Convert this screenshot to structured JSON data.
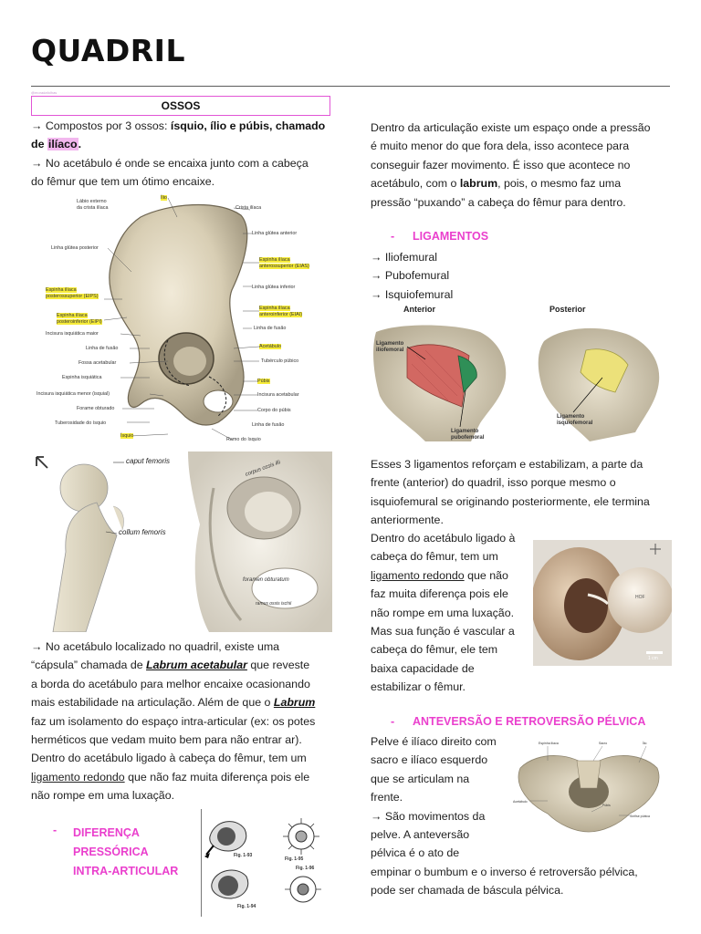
{
  "header": {
    "title": "QUADRIL",
    "tiny": "@moradafolhas"
  },
  "left": {
    "ossos_title": "OSSOS",
    "p1": {
      "a": "→ Compostos por 3 ossos: ",
      "b": "ísquio, ílio e púbis, chamado",
      "c": "de ",
      "d": "ilíaco",
      "e": "."
    },
    "p2": {
      "l1": "→ No acetábulo é onde se encaixa junto com a cabeça",
      "l2": "do fêmur que tem um ótimo encaixe."
    },
    "bone_labels": {
      "labio": "Lábio externo",
      "crista": "da crista ilíaca",
      "ilio": "Ílio",
      "crista_iliaca": "Crista ilíaca",
      "lga": "Linha glútea anterior",
      "lgp": "Linha glútea posterior",
      "eias1": "Espinha ilíaca",
      "eias2": "anterossuperior (EIAS)",
      "lgi": "Linha glútea inferior",
      "eips1": "Espinha ilíaca",
      "eips2": "posterossuperior (EIPS)",
      "eiai1": "Espinha ilíaca",
      "eiai2": "anteroinferior (EIAI)",
      "eipi1": "Espinha ilíaca",
      "eipi2": "posteroinferior (EIPI)",
      "linha_fusao_r": "Linha de fusão",
      "incisura_maior": "Incisura isquiática maior",
      "linha_fusao_l": "Linha de fusão",
      "acetabulo": "Acetábulo",
      "fossa": "Fossa acetabular",
      "tuberculo": "Tubérculo púbico",
      "espinha_isq": "Espinha isquiática",
      "pubis": "Púbis",
      "incisura_menor": "Incisura isquiática menor (isquial)",
      "incisura_acet": "Incisura acetabular",
      "forame": "Forame obturado",
      "corpo_pubis": "Corpo do púbis",
      "tuberosidade": "Tuberosidade do ísquio",
      "linha_fusao_b": "Linha de fusão",
      "isquio": "Ísquio",
      "ramo": "Ramo do ísquio"
    },
    "femur_labels": {
      "caput": "caput femoris",
      "collum": "collum femoris",
      "corpus": "corpus ossis ilii",
      "foramen": "foramen obturatum",
      "ramus": "ramus ossis ischii"
    },
    "p3": {
      "l1": "→ No acetábulo localizado no quadril, existe uma",
      "l2a": "“cápsula” chamada de ",
      "l2b": "Labrum acetabular",
      "l2c": " que reveste",
      "l3": "a borda do acetábulo para melhor encaixe ocasionando",
      "l4": "mais estabilidade na articulação. Além de que o ",
      "l4b": "Labrum",
      "l5": "faz um isolamento do espaço intra-articular (ex: os potes",
      "l6": "herméticos que vedam muito bem para não entrar ar).",
      "l7": "Dentro do acetábulo ligado à cabeça do fêmur, tem um",
      "l8a": "ligamento redondo",
      "l8b": " que não faz muita diferença pois ele",
      "l9": "não rompe em uma luxação."
    },
    "section_dif": {
      "dash": "-",
      "l1": "DIFERENÇA",
      "l2": "PRESSÓRICA",
      "l3": "INTRA-ARTICULAR"
    },
    "fig_labels": {
      "f93": "Fig. 1-93",
      "f95": "Fig. 1-95",
      "f96": "Fig. 1-96",
      "f94": "Fig. 1-94"
    }
  },
  "right": {
    "p1": {
      "l1": "Dentro da articulação existe um espaço onde a pressão",
      "l2": "é muito menor do que fora dela, isso acontece para",
      "l3": "conseguir fazer movimento. É isso que acontece no",
      "l4a": "acetábulo, com o ",
      "l4b": "labrum",
      "l4c": ", pois, o mesmo faz uma",
      "l5": "pressão “puxando” a cabeça do fêmur para dentro."
    },
    "lig_section": {
      "dash": "-",
      "title": "LIGAMENTOS"
    },
    "lig_items": [
      "→ Iliofemural",
      "→ Pubofemural",
      "→ Isquiofemural"
    ],
    "lig_fig": {
      "anterior": "Anterior",
      "posterior": "Posterior",
      "ilio1": "Ligamento",
      "ilio2": "iliofemoral",
      "pubo1": "Ligamento",
      "pubo2": "pubofemoral",
      "isq1": "Ligamento",
      "isq2": "isquiofemoral"
    },
    "p2": {
      "l1": "Esses 3 ligamentos reforçam e estabilizam, a parte da",
      "l2": "frente (anterior) do quadril, isso porque mesmo o",
      "l3": "isquiofemural se originando posteriormente, ele termina",
      "l4": "anteriormente."
    },
    "p3": {
      "l1": "Dentro do acetábulo ligado à",
      "l2": "cabeça do fêmur, tem um",
      "l3a": "ligamento redondo",
      "l3b": " que não",
      "l4": "faz muita diferença pois ele",
      "l5": "não rompe em uma luxação.",
      "l6": "Mas sua função é vascular a",
      "l7": "cabeça do fêmur, ele tem",
      "l8": "baixa capacidade de",
      "l9": "estabilizar o fêmur."
    },
    "photo_labels": {
      "hof": "HOF",
      "scale": "1 cm"
    },
    "ant_section": {
      "dash": "-",
      "title": "ANTEVERSÃO E RETROVERSÃO PÉLVICA"
    },
    "p4": {
      "l1": "Pelve é ilíaco direito com",
      "l2": "sacro e ilíaco esquerdo",
      "l3": "que se articulam na",
      "l4": "frente.",
      "l5": "→ São movimentos da",
      "l6": "pelve. A anteversão",
      "l7": "pélvica é o ato de",
      "l8": "empinar o bumbum e o inverso é retroversão pélvica,",
      "l9": "pode ser chamada de báscula pélvica."
    },
    "pelvis_labels": {
      "a": "Espinha ilíaca",
      "b": "Sacro",
      "c": "Ílio",
      "d": "Acetábulo",
      "e": "Púbis",
      "f": "Sínfise púbica"
    }
  },
  "colors": {
    "accent": "#ea3fcd",
    "highlight": "#f2b7ee",
    "label_yellow": "#f7ec3a"
  }
}
